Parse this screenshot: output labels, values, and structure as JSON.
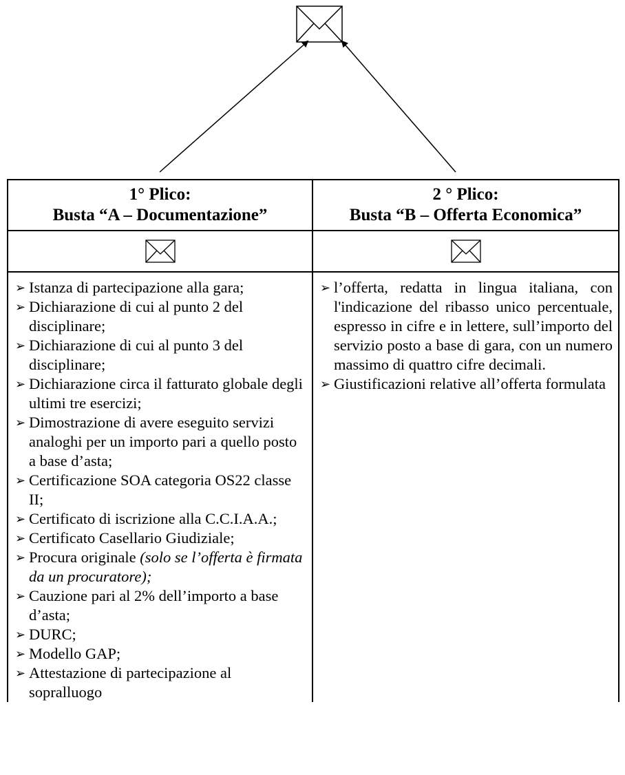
{
  "plico_1": {
    "number": "1° Plico:",
    "title": "Busta “A – Documentazione”",
    "items": [
      "Istanza di partecipazione alla gara;",
      "Dichiarazione di cui al punto 2 del disciplinare;",
      "Dichiarazione di cui al punto 3 del disciplinare;",
      "Dichiarazione circa il fatturato globale degli ultimi tre esercizi;",
      "Dimostrazione di avere eseguito servizi analoghi per un importo pari a quello posto a base d’asta;",
      "Certificazione SOA categoria OS22 classe II;",
      "Certificato di iscrizione alla C.C.I.A.A.;",
      "Certificato Casellario Giudiziale;",
      "Procura originale",
      "Cauzione pari al 2% dell’importo a base d’asta;",
      "DURC;",
      "Modello GAP;",
      "Attestazione di partecipazione al sopralluogo"
    ],
    "procura_note": "(solo se l’offerta è firmata da un procuratore);"
  },
  "plico_2": {
    "number": "2 ° Plico:",
    "title": "Busta “B – Offerta Economica”",
    "items": [
      "l’offerta, redatta in lingua italiana, con l'indicazione del ribasso unico percentuale, espresso in cifre e in lettere, sull’importo del servizio posto a base di gara, con un numero massimo di quattro cifre decimali.",
      "Giustificazioni relative all’offerta formulata"
    ]
  },
  "bullet_glyph": "➢",
  "icons": {
    "top": "envelope-icon",
    "plico_1": "envelope-icon",
    "plico_2": "envelope-icon"
  }
}
